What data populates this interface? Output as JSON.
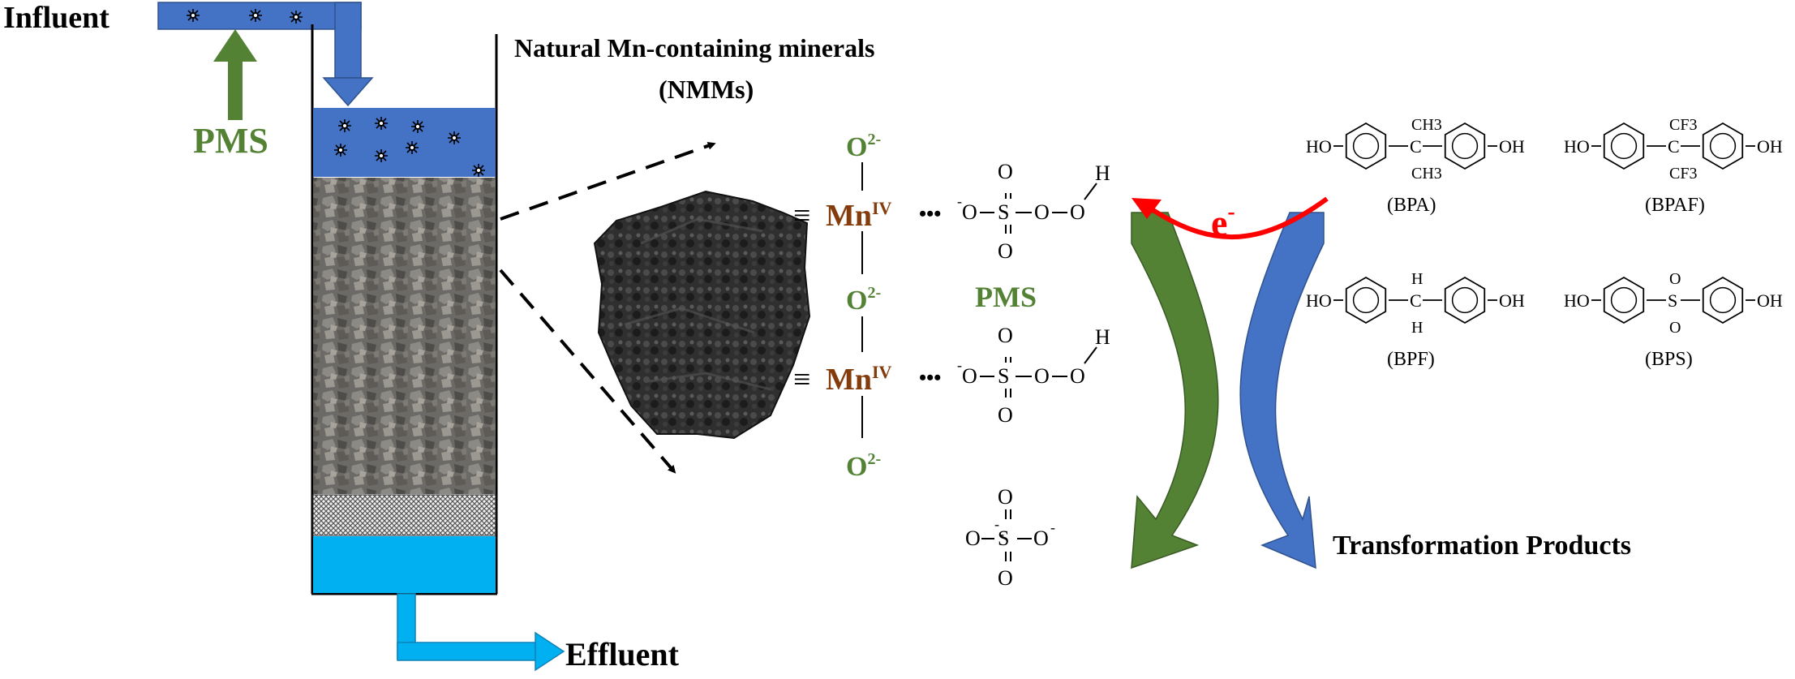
{
  "labels": {
    "influent": "Influent",
    "pms_left": "PMS",
    "effluent": "Effluent",
    "nmm_title_line1": "Natural Mn-containing minerals",
    "nmm_title_line2": "(NMMs)",
    "pms_center": "PMS",
    "electron": "e",
    "electron_sup": "-",
    "transformation_products": "Transformation Products"
  },
  "mn_complex": {
    "oxygen": "O",
    "oxygen_charge": "2-",
    "manganese": "Mn",
    "manganese_ox": "IV",
    "bond_dots": "•••",
    "triple_bond": "≡"
  },
  "pms_molecule": {
    "o": "O",
    "s": "S",
    "h": "H",
    "minus": "-"
  },
  "sulfate": {
    "o": "O",
    "s": "S",
    "minus": "-"
  },
  "molecules": [
    {
      "name": "(BPA)",
      "ho": "HO",
      "oh": "OH",
      "top": "CH3",
      "bottom": "CH3",
      "center": "C"
    },
    {
      "name": "(BPAF)",
      "ho": "HO",
      "oh": "OH",
      "top": "CF3",
      "bottom": "CF3",
      "center": "C"
    },
    {
      "name": "(BPF)",
      "ho": "HO",
      "oh": "OH",
      "top": "H",
      "bottom": "H",
      "center": "C"
    },
    {
      "name": "(BPS)",
      "ho": "HO",
      "oh": "OH",
      "top": "O",
      "bottom": "O",
      "center": "S"
    }
  ],
  "colors": {
    "flow_blue": "#4472c4",
    "effluent_blue": "#00b0f0",
    "pms_green": "#548235",
    "mn_brown": "#843c0c",
    "oxygen_green": "#548235",
    "electron_red": "#ff0000",
    "arc_green": "#548235",
    "arc_blue": "#4472c4"
  }
}
